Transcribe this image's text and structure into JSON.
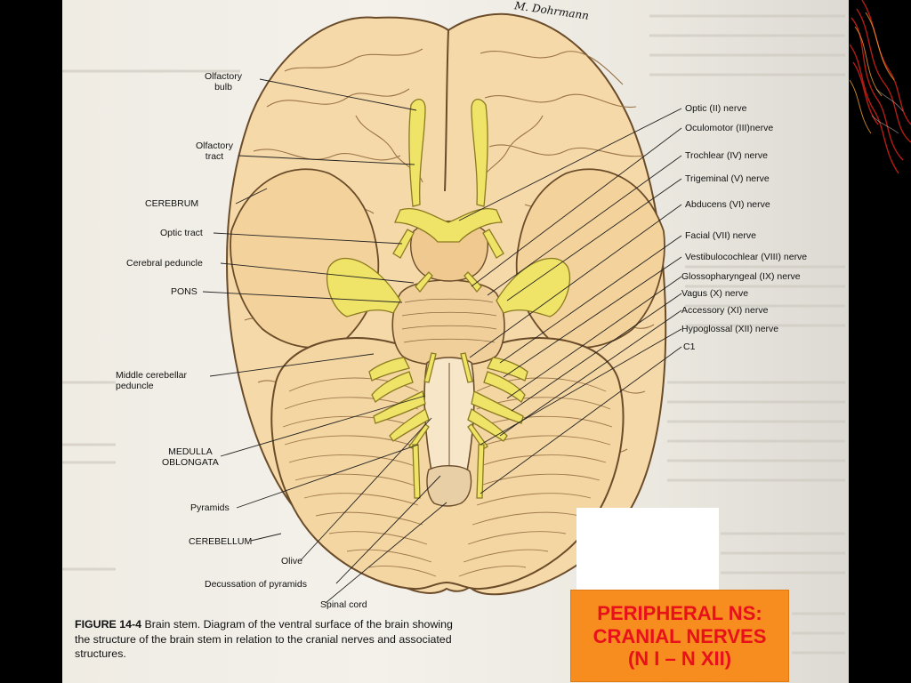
{
  "signature": "M. Dohrmann",
  "labels_left": {
    "olfactory_bulb": "Olfactory\nbulb",
    "olfactory_tract": "Olfactory\ntract",
    "cerebrum": "CEREBRUM",
    "optic_tract": "Optic tract",
    "cerebral_peduncle": "Cerebral peduncle",
    "pons": "PONS",
    "middle_cerebellar_peduncle": "Middle cerebellar\npeduncle",
    "medulla_oblongata": "MEDULLA\nOBLONGATA",
    "pyramids": "Pyramids",
    "cerebellum": "CEREBELLUM",
    "olive": "Olive",
    "decussation": "Decussation of pyramids",
    "spinal_cord": "Spinal cord"
  },
  "labels_right": [
    "Optic (II) nerve",
    "Oculomotor (III)nerve",
    "Trochlear (IV) nerve",
    "Trigeminal (V) nerve",
    "Abducens (VI) nerve",
    "Facial (VII) nerve",
    "Vestibulocochlear (VIII) nerve",
    "Glossopharyngeal (IX) nerve",
    "Vagus (X) nerve",
    "Accessory (XI) nerve",
    "Hypoglossal (XII) nerve",
    "C1"
  ],
  "caption": {
    "figure_number": "FIGURE 14-4",
    "text": " Brain stem. Diagram of the ventral surface of the brain showing the structure of the brain stem in relation to the cranial nerves and associated structures."
  },
  "title_box": {
    "line1": "PERIPHERAL NS:",
    "line2": "CRANIAL NERVES",
    "line3": "(N I – N XII)"
  },
  "colors": {
    "brain_fill": "#f6d9a8",
    "nerve_fill": "#f0e468",
    "title_bg": "#f68d1e",
    "title_text": "#e8101a"
  }
}
